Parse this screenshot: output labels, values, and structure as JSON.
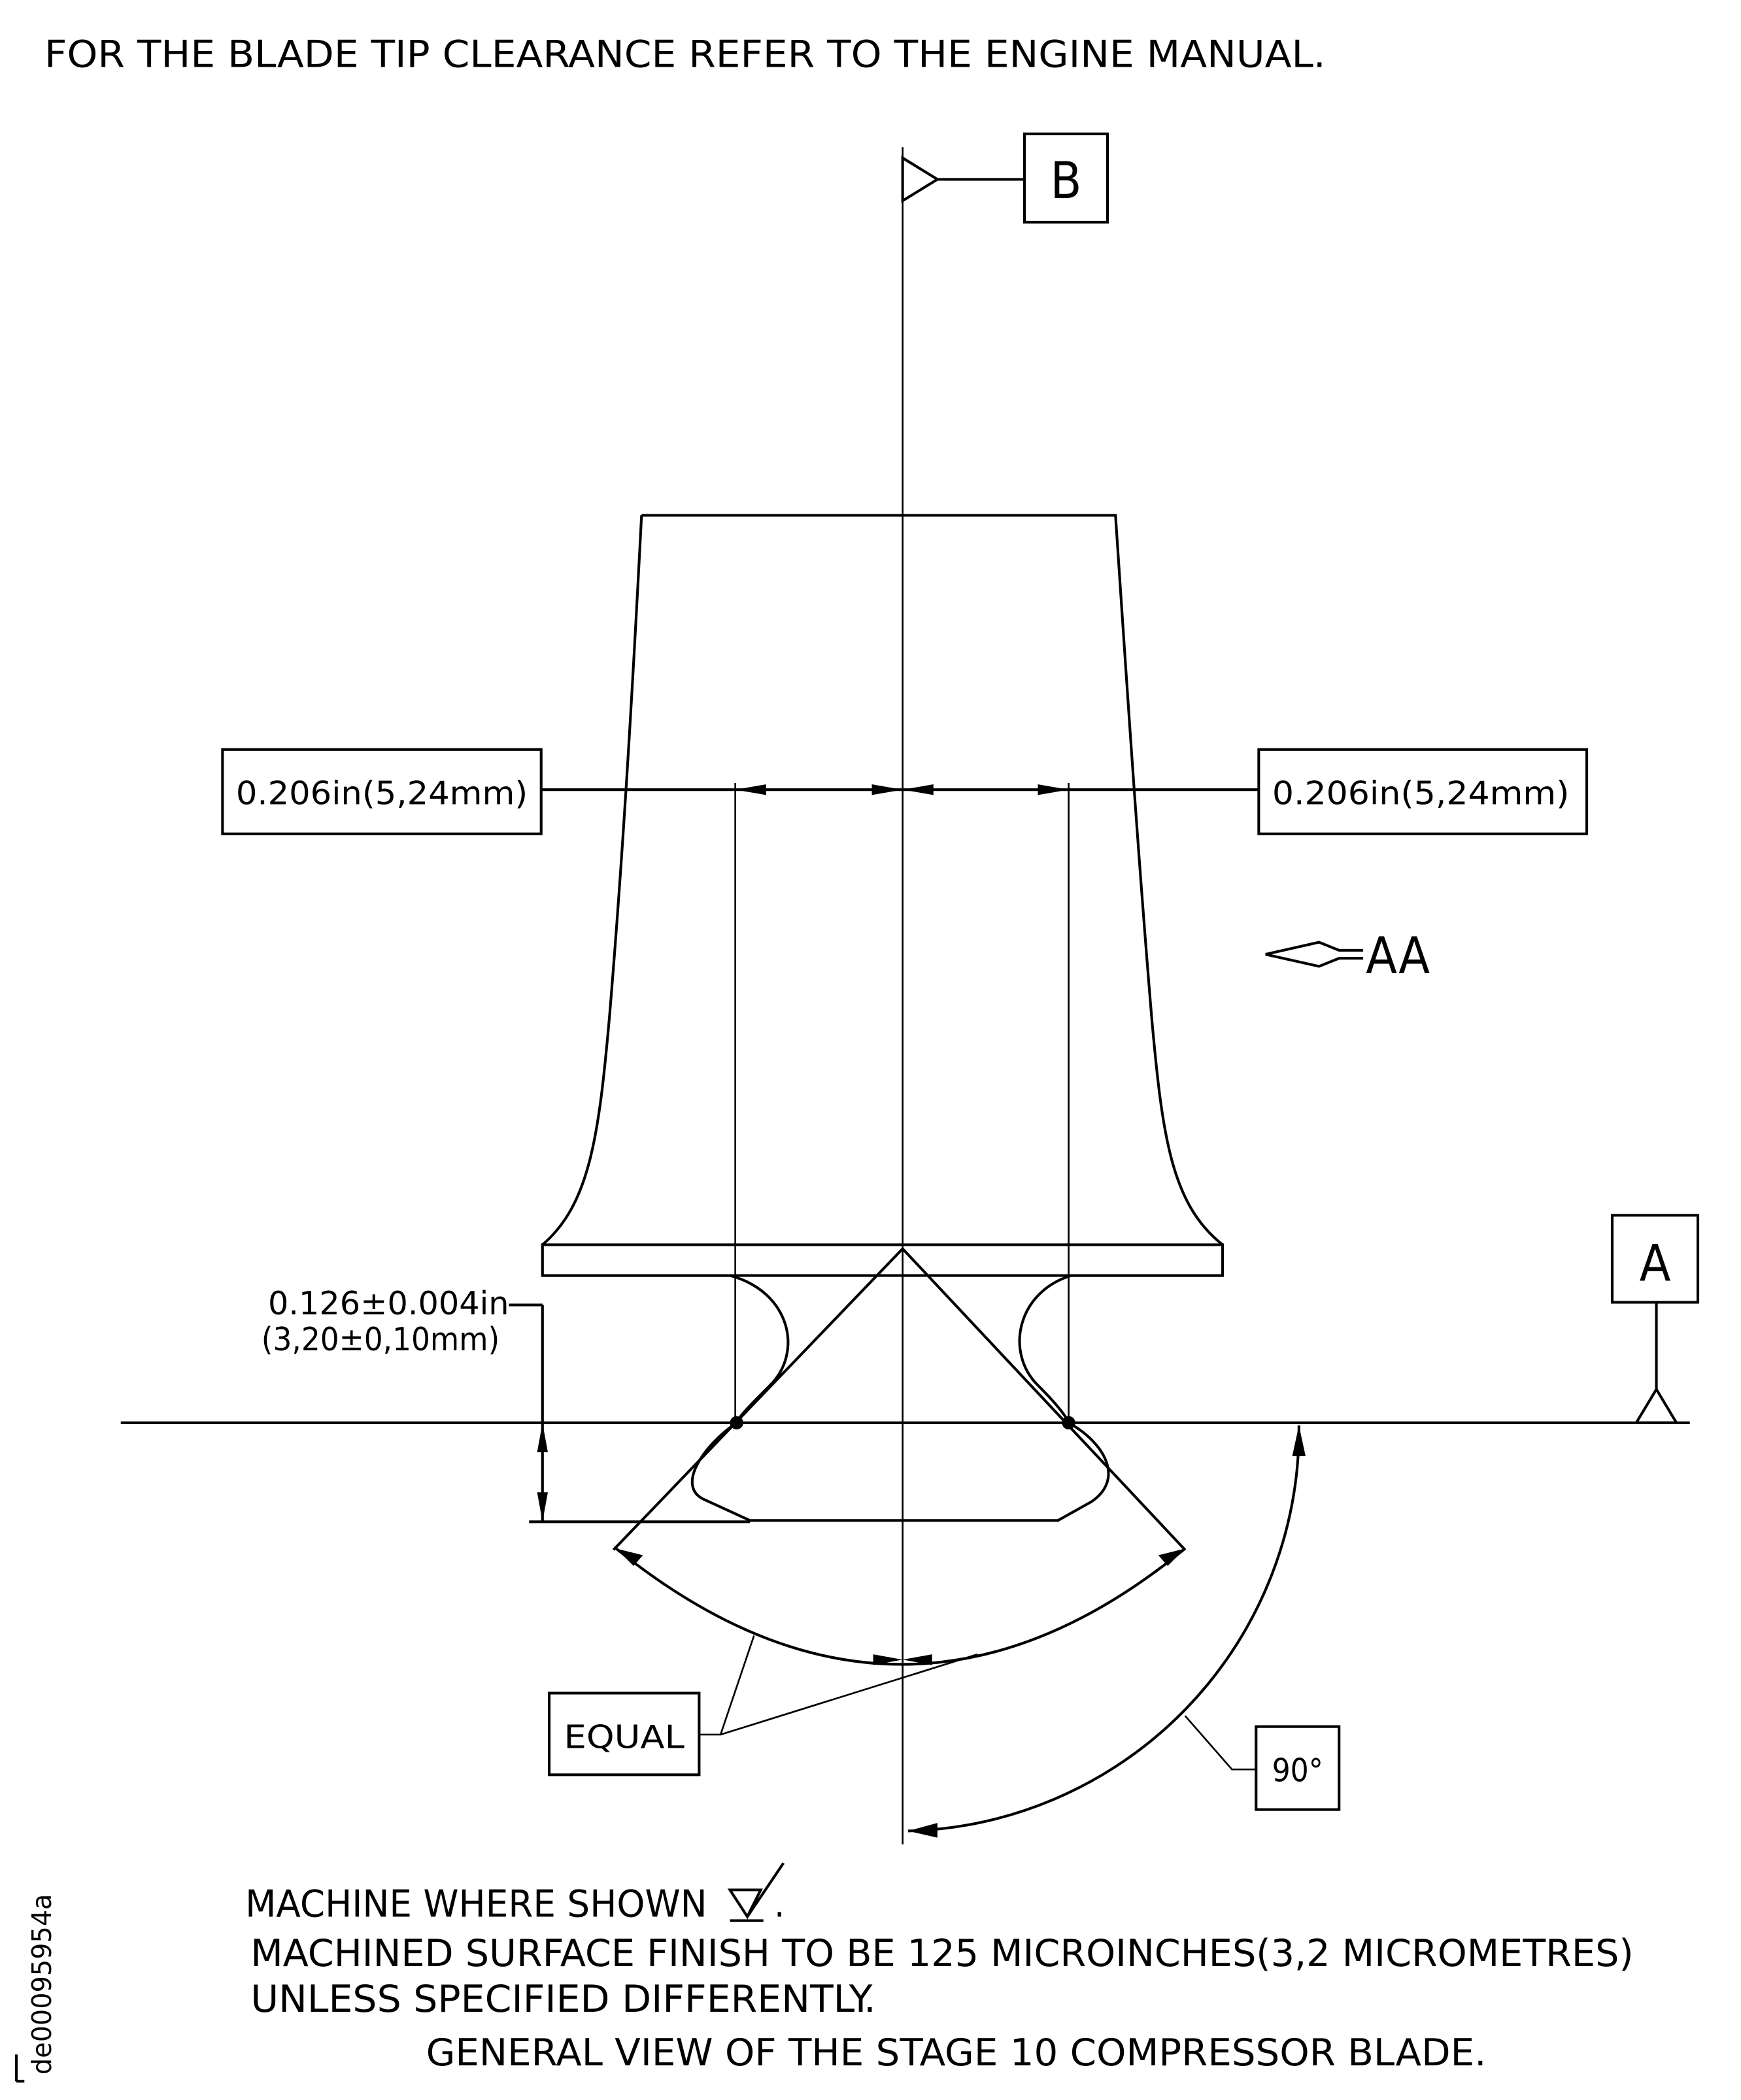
{
  "header_note": "FOR THE BLADE TIP CLEARANCE REFER TO THE ENGINE MANUAL.",
  "datums": {
    "b": "B",
    "a": "A"
  },
  "dimensions": {
    "left_width": "0.206in(5,24mm)",
    "right_width": "0.206in(5,24mm)",
    "height_in": "0.126±0.004in",
    "height_mm": "(3,20±0,10mm)",
    "equal": "EQUAL",
    "angle": "90°"
  },
  "view_arrow": "AA",
  "notes": [
    "MACHINE WHERE SHOWN",
    "MACHINED SURFACE FINISH TO BE 125 MICROINCHES(3,2 MICROMETRES)",
    "UNLESS SPECIFIED DIFFERENTLY."
  ],
  "caption": "GENERAL VIEW OF THE STAGE 10 COMPRESSOR BLADE.",
  "figure_id": "de00095954a"
}
